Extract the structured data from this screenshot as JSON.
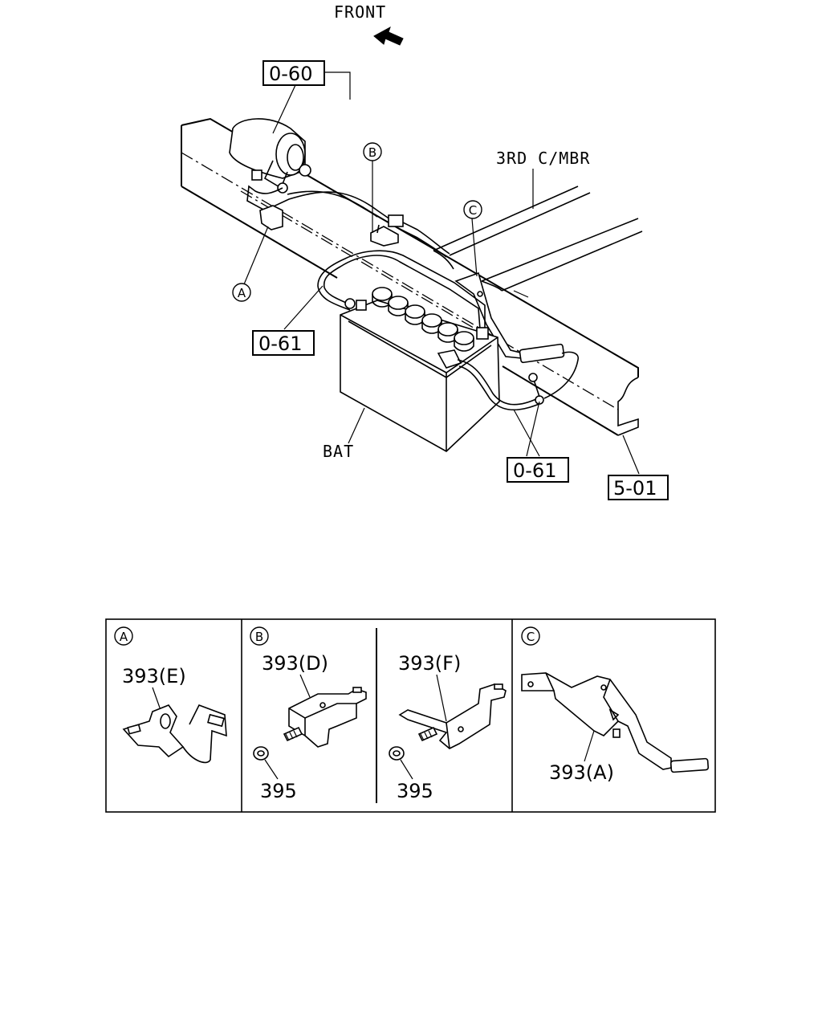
{
  "direction": {
    "label": "FRONT",
    "icon": "front-arrow-icon"
  },
  "callouts": {
    "ref_060": "0-60",
    "ref_061_left": "0-61",
    "ref_061_right": "0-61",
    "ref_501": "5-01",
    "third_crossmember": "3RD C/MBR",
    "battery": "BAT",
    "marker_a": "A",
    "marker_b": "B",
    "marker_c": "C"
  },
  "detail_panels": {
    "panel_a": {
      "marker": "A",
      "part": "393(E)"
    },
    "panel_b1": {
      "marker": "B",
      "part": "393(D)",
      "fastener": "395"
    },
    "panel_b2": {
      "part": "393(F)",
      "fastener": "395"
    },
    "panel_c": {
      "marker": "C",
      "part": "393(A)"
    }
  }
}
